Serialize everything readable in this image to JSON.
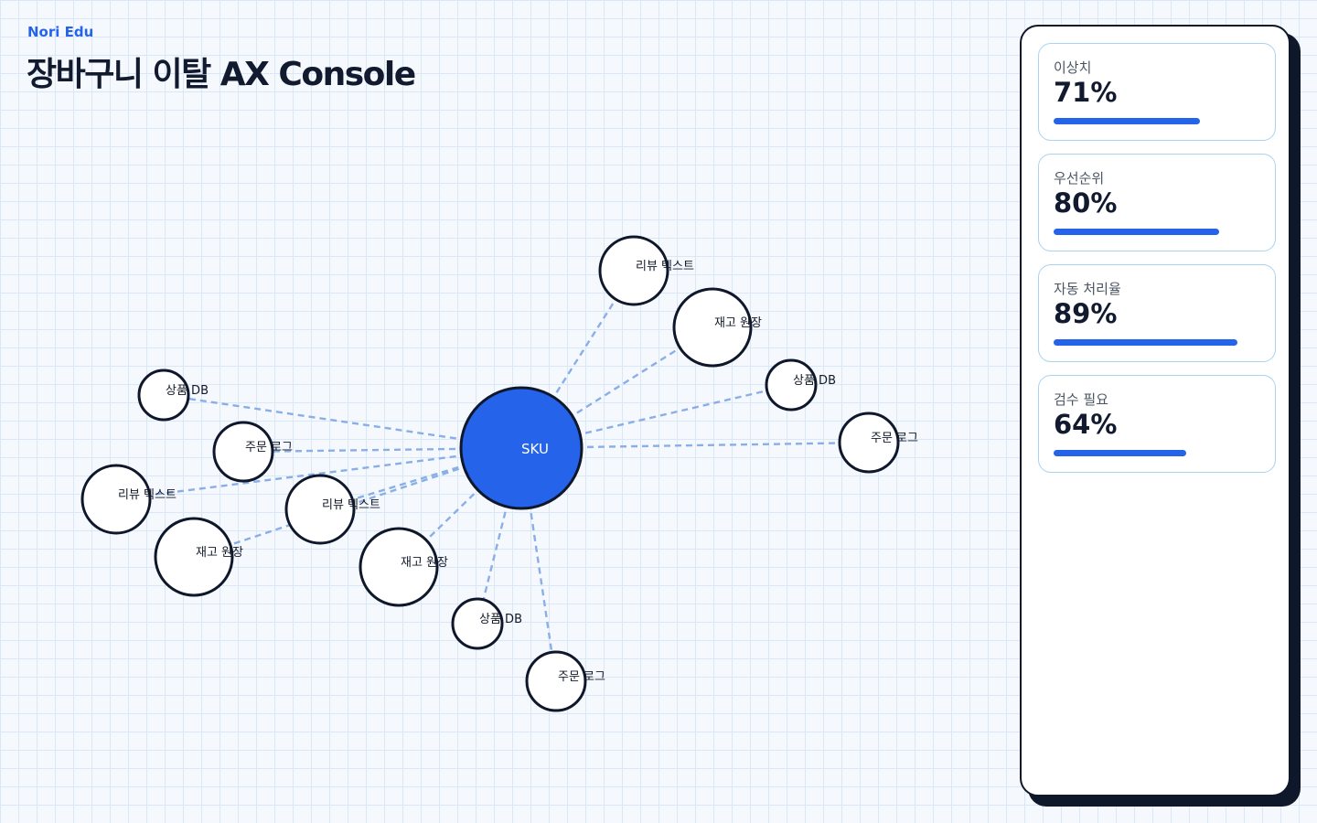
{
  "header": {
    "brand": "Nori Edu",
    "title": "장바구니 이탈 AX Console"
  },
  "graph": {
    "hub": {
      "label": "SKU",
      "color": "#2563eb"
    },
    "nodes": [
      {
        "label": "리뷰 텍스트"
      },
      {
        "label": "재고 원장"
      },
      {
        "label": "상품 DB"
      },
      {
        "label": "주문 로그"
      },
      {
        "label": "상품 DB"
      },
      {
        "label": "주문 로그"
      },
      {
        "label": "리뷰 텍스트"
      },
      {
        "label": "리뷰 텍스트"
      },
      {
        "label": "재고 원장"
      },
      {
        "label": "재고 원장"
      },
      {
        "label": "상품 DB"
      },
      {
        "label": "주문 로그"
      }
    ]
  },
  "metrics": [
    {
      "label": "이상치",
      "value": "71%",
      "fraction": 0.71
    },
    {
      "label": "우선순위",
      "value": "80%",
      "fraction": 0.8
    },
    {
      "label": "자동 처리율",
      "value": "89%",
      "fraction": 0.89
    },
    {
      "label": "검수 필요",
      "value": "64%",
      "fraction": 0.64
    }
  ],
  "colors": {
    "accent": "#2563eb",
    "edge": "#8aaee6",
    "ink": "#0f172a"
  }
}
